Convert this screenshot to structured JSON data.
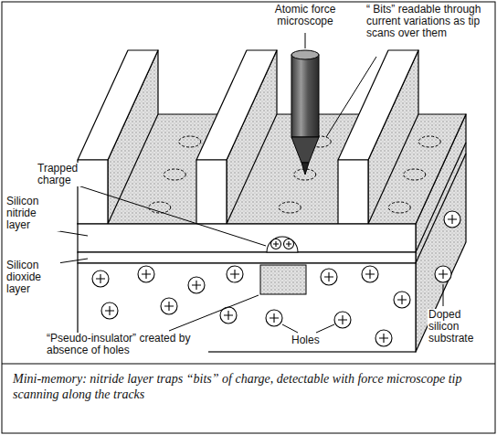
{
  "diagram": {
    "caption": "Mini-memory: nitride layer traps “bits” of charge, detectable with force microscope tip scanning along the tracks",
    "labels": [
      "Atomic force microscope",
      "“ Bits” readable through current variations as tip scans over them",
      "Trapped charge",
      "Silicon nitride layer",
      "Silicon dioxide layer",
      "“Pseudo-insulator” created by absence of holes",
      "Holes",
      "Doped silicon substrate"
    ]
  }
}
